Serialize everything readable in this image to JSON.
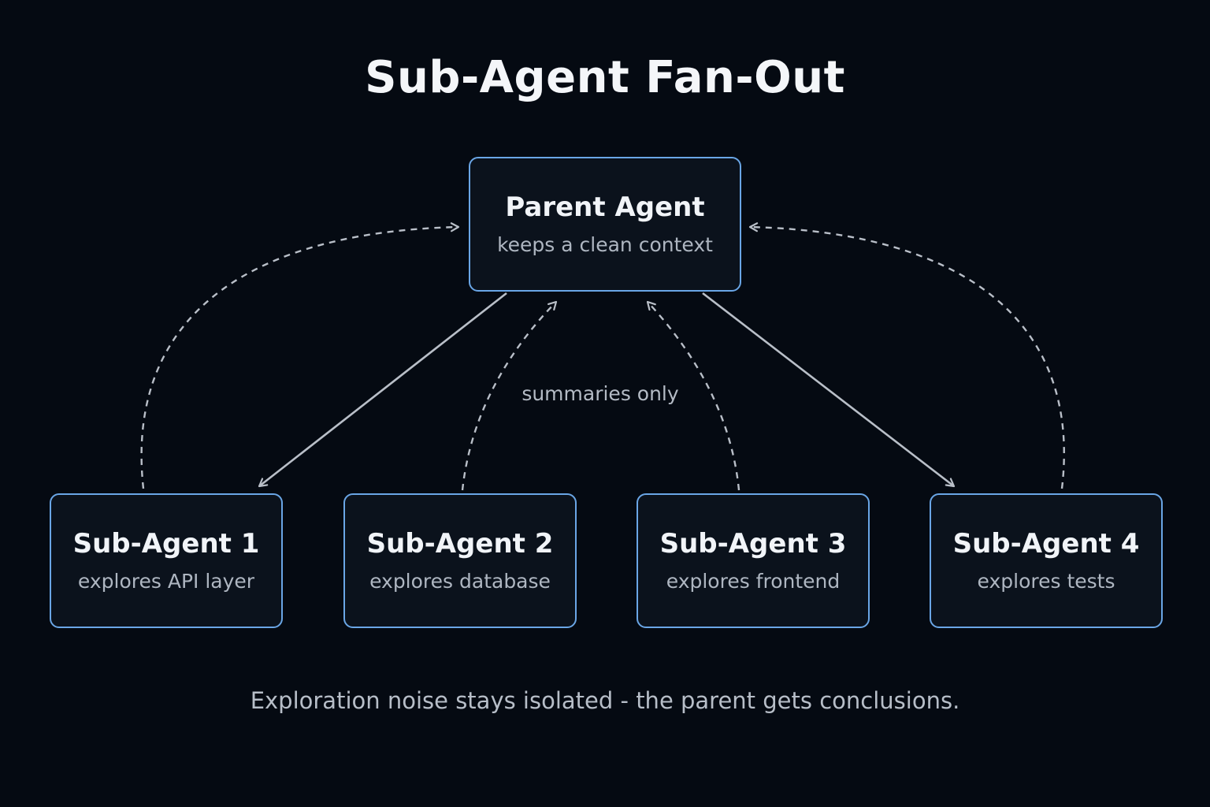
{
  "title": "Sub-Agent Fan-Out",
  "parent": {
    "title": "Parent Agent",
    "subtitle": "keeps a clean context"
  },
  "children": [
    {
      "title": "Sub-Agent 1",
      "subtitle": "explores API layer"
    },
    {
      "title": "Sub-Agent 2",
      "subtitle": "explores database"
    },
    {
      "title": "Sub-Agent 3",
      "subtitle": "explores frontend"
    },
    {
      "title": "Sub-Agent 4",
      "subtitle": "explores tests"
    }
  ],
  "edge_label": "summaries only",
  "caption": "Exploration noise stays isolated - the parent gets conclusions.",
  "colors": {
    "background": "#050a12",
    "node_border": "#6aa6e6",
    "node_fill": "#0b121c",
    "connector": "#b9bfc8"
  }
}
